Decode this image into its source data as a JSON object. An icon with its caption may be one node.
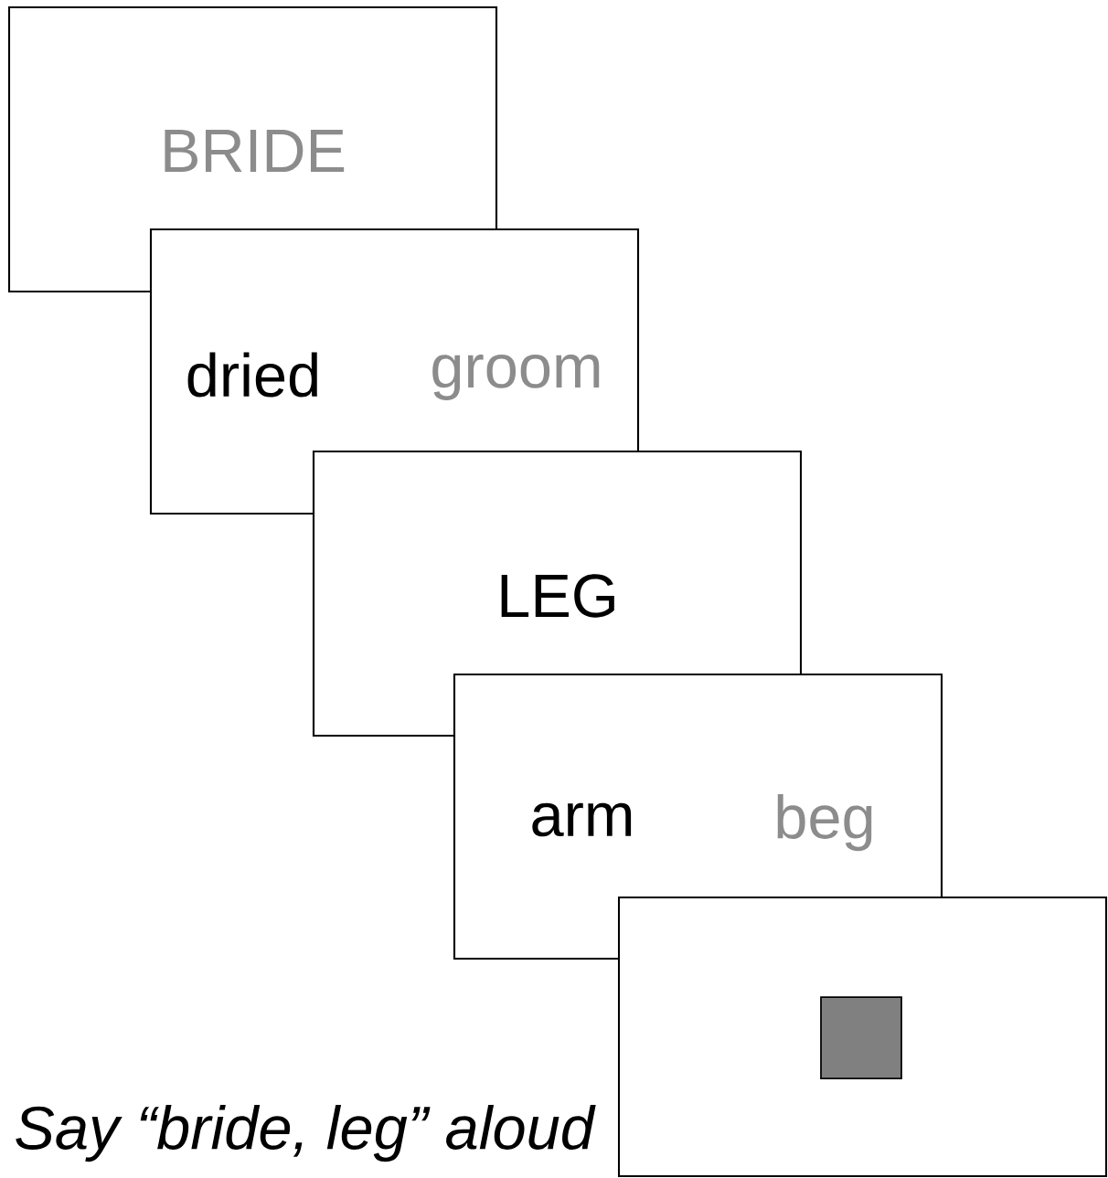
{
  "diagram": {
    "nodes": [
      {
        "text": [
          "BRIDE"
        ]
      },
      {
        "text": [
          "dried",
          "groom"
        ]
      },
      {
        "text": [
          "LEG"
        ]
      },
      {
        "text": [
          "arm",
          "beg"
        ]
      },
      {
        "text": [],
        "shape": "box"
      }
    ],
    "labels": [
      "Say “bride, leg” aloud"
    ]
  }
}
